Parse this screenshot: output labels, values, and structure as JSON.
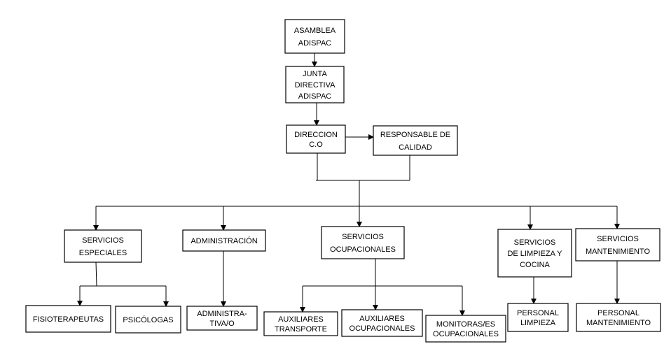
{
  "diagram": {
    "type": "org-chart",
    "colors": {
      "line": "#000000",
      "box_border": "#000000",
      "box_fill": "#ffffff",
      "text": "#000000"
    },
    "nodes": [
      {
        "id": "asamblea",
        "lines": [
          "ASAMBLEA",
          "ADISPAC"
        ]
      },
      {
        "id": "junta",
        "lines": [
          "JUNTA",
          "DIRECTIVA",
          "ADISPAC"
        ]
      },
      {
        "id": "direccion",
        "lines": [
          "DIRECCION",
          "C.O"
        ]
      },
      {
        "id": "calidad",
        "lines": [
          "RESPONSABLE DE",
          "CALIDAD"
        ]
      },
      {
        "id": "serv-especiales",
        "lines": [
          "SERVICIOS",
          "ESPECIALES"
        ]
      },
      {
        "id": "administracion",
        "lines": [
          "ADMINISTRACIÓN"
        ]
      },
      {
        "id": "serv-ocupacionales",
        "lines": [
          "SERVICIOS",
          "OCUPACIONALES"
        ]
      },
      {
        "id": "serv-limpieza",
        "lines": [
          "SERVICIOS",
          "DE LIMPIEZA Y",
          "COCINA"
        ]
      },
      {
        "id": "serv-mantenimiento",
        "lines": [
          "SERVICIOS",
          "MANTENIMIENTO"
        ]
      },
      {
        "id": "fisioterapeutas",
        "lines": [
          "FISIOTERAPEUTAS"
        ]
      },
      {
        "id": "psicologas",
        "lines": [
          "PSICÓLOGAS"
        ]
      },
      {
        "id": "administrativa",
        "lines": [
          "ADMINISTRA-",
          "TIVA/O"
        ]
      },
      {
        "id": "aux-transporte",
        "lines": [
          "AUXILIARES",
          "TRANSPORTE"
        ]
      },
      {
        "id": "aux-ocupacionales",
        "lines": [
          "AUXILIARES",
          "OCUPACIONALES"
        ]
      },
      {
        "id": "monitoras",
        "lines": [
          "MONITORAS/ES",
          "OCUPACIONALES"
        ]
      },
      {
        "id": "personal-limpieza",
        "lines": [
          "PERSONAL",
          "LIMPIEZA"
        ]
      },
      {
        "id": "personal-mantenimiento",
        "lines": [
          "PERSONAL",
          "MANTENIMIENTO"
        ]
      }
    ],
    "edges": [
      [
        "asamblea",
        "junta"
      ],
      [
        "junta",
        "direccion"
      ],
      [
        "direccion",
        "calidad"
      ],
      [
        "direccion",
        "serv-especiales"
      ],
      [
        "direccion",
        "administracion"
      ],
      [
        "direccion",
        "serv-ocupacionales"
      ],
      [
        "direccion",
        "serv-limpieza"
      ],
      [
        "direccion",
        "serv-mantenimiento"
      ],
      [
        "serv-especiales",
        "fisioterapeutas"
      ],
      [
        "serv-especiales",
        "psicologas"
      ],
      [
        "administracion",
        "administrativa"
      ],
      [
        "serv-ocupacionales",
        "aux-transporte"
      ],
      [
        "serv-ocupacionales",
        "aux-ocupacionales"
      ],
      [
        "serv-ocupacionales",
        "monitoras"
      ],
      [
        "serv-limpieza",
        "personal-limpieza"
      ],
      [
        "serv-mantenimiento",
        "personal-mantenimiento"
      ]
    ]
  }
}
